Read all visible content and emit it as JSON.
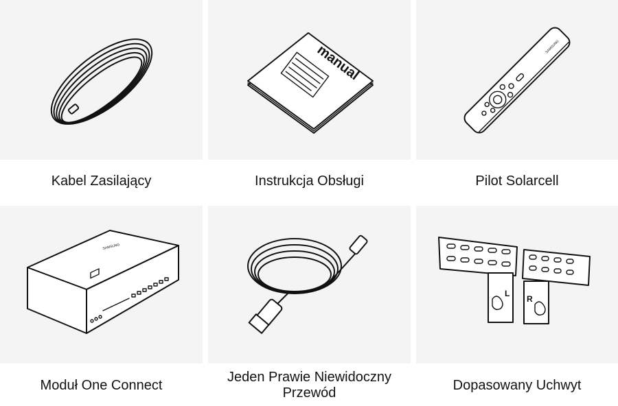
{
  "items": [
    {
      "label": "Kabel Zasilający",
      "icon": "coiled-power-cable-icon"
    },
    {
      "label": "Instrukcja Obsługi",
      "icon": "manual-booklet-icon",
      "cover_text": "manual"
    },
    {
      "label": "Pilot Solarcell",
      "icon": "remote-control-icon",
      "brand_text": "SAMSUNG"
    },
    {
      "label": "Moduł One Connect",
      "icon": "one-connect-box-icon",
      "brand_text": "SAMSUNG"
    },
    {
      "label": "Jeden Prawie Niewidoczny\nPrzewód",
      "icon": "coiled-connection-cable-icon"
    },
    {
      "label": "Dopasowany Uchwyt",
      "icon": "wall-mount-bracket-icon",
      "left_mark": "L",
      "right_mark": "R"
    }
  ]
}
